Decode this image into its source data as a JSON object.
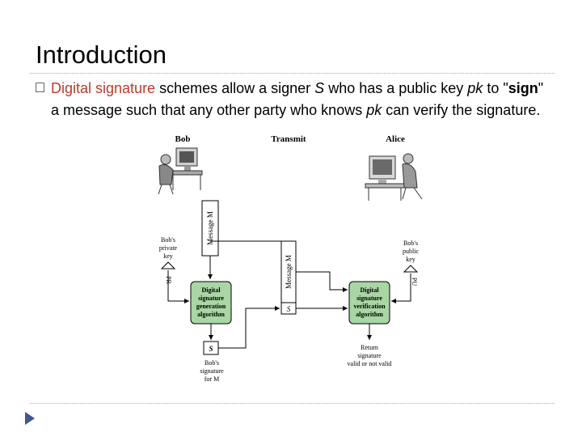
{
  "slide": {
    "title": "Introduction",
    "bullet": {
      "highlight": "Digital signature",
      "part1": " schemes allow a signer ",
      "signer": "S",
      "part2": " who has a public key ",
      "key1": "pk",
      "part3": " to \"",
      "sign": "sign",
      "part4": "\" a message such that any other party who knows ",
      "key2": "pk",
      "part5": " can verify the signature."
    }
  },
  "diagram": {
    "bob_label": "Bob",
    "transmit_label": "Transmit",
    "alice_label": "Alice",
    "message_left": "Message M",
    "message_mid": "Message M",
    "signature_mid": "S",
    "private_key_line1": "Bob's",
    "private_key_line2": "private",
    "private_key_line3": "key",
    "private_key_symbol": "PR",
    "public_key_line1": "Bob's",
    "public_key_line2": "public",
    "public_key_line3": "key",
    "public_key_symbol": "PU",
    "gen_line1": "Digital",
    "gen_line2": "signature",
    "gen_line3": "generation",
    "gen_line4": "algorithm",
    "ver_line1": "Digital",
    "ver_line2": "signature",
    "ver_line3": "verification",
    "ver_line4": "algorithm",
    "sig_box": "S",
    "bob_sig_line1": "Bob's",
    "bob_sig_line2": "signature",
    "bob_sig_line3": "for M",
    "return_line1": "Return",
    "return_line2": "signature",
    "return_line3": "valid or not valid"
  },
  "colors": {
    "accent": "#c0392b",
    "algo_box": "#a9d6a4",
    "rule": "#9aa7c2",
    "nav": "#3e5a8a"
  }
}
